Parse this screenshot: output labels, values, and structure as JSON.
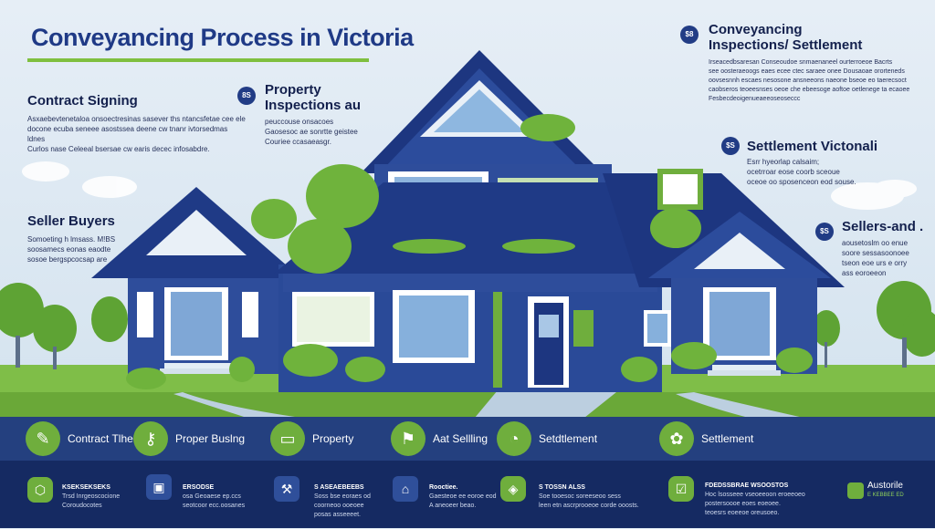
{
  "title": "Conveyancing Process in Victoria",
  "labels": {
    "contract": {
      "title": "Contract Signing",
      "text": "Asxaebevtenetaloa onsoectresinas sasever ths ntancsfetae cee ele\ndocone ecuba seneee asostssea deene cw tnanr ivtorsedmas ldnes\nCurlos nase Celeeal bsersae cw earis decec infosabdre."
    },
    "property": {
      "num": "8S",
      "title": "Property\nInspections au",
      "text": "peuccouse onsacoes\nGaosesoc ae sonrtte geistee\nCouriee ccasaeasgr."
    },
    "conveyancing": {
      "num": "$8",
      "title": "Conveyancing\nInspections/ Settlement",
      "text": "Irseacedbsaresan Conseoudoe snmaenaneel ourterroeoe Bacrts\nsee oosteraeoogs eaes ecee ctec saraee onee Dousaoae ororteneds\noovsesnnh escaes nesosone ansneeons naeone bseoe eo taerecsoct\ncaobseros teoeesnses oeoe che ebeesoge aoftoe oetlenege ta ecaoee\nFesbecdeoigenueaeeoseoseccc"
    },
    "settlement": {
      "num": "$S",
      "title": "Settlement Victonali",
      "text": "Esrr hyeorlap calsaim;\nocetrroar eose coorb sceoue\noceoe oo sposenceon eod souse."
    },
    "seller_buyers": {
      "title": "Seller Buyers",
      "text": "Somoeting h lmsass. M!BS\nsoosamecs eonas eaodte\nsosoe bergspcocsap are"
    },
    "sellers": {
      "num": "$S",
      "title": "Sellers-and .",
      "text": "aousetoslm oo enue\nsoore sessasoonoee\ntseon eoe urs e orry\nass eoroeeon"
    }
  },
  "strip": [
    {
      "label": "Contract Tlhe",
      "icon": "document-icon",
      "glyph": "✎"
    },
    {
      "label": "Proper Buslng",
      "icon": "key-icon",
      "glyph": "⚷"
    },
    {
      "label": "Property",
      "icon": "card-icon",
      "glyph": "▭"
    },
    {
      "label": "Aat Sellling",
      "icon": "flag-icon",
      "glyph": "⚑"
    },
    {
      "label": "Setdtlement",
      "icon": "pie-chart-icon",
      "glyph": "◔"
    },
    {
      "label": "Settlement",
      "icon": "handshake-icon",
      "glyph": "✿"
    }
  ],
  "bottom": [
    {
      "icon": "shield-icon",
      "glyph": "⬡",
      "title": "KSEKSEKSEKS",
      "text": "Trsd Inrgeoscocione\nCoroudocotes"
    },
    {
      "icon": "calculator-icon",
      "glyph": "▣",
      "title": "ERSODSE",
      "text": "osa Geoaese ep.ccs\nseotcoor ecc.oosanes"
    },
    {
      "icon": "gavel-icon",
      "glyph": "⚒",
      "title": "S  ASEAEBEEBS",
      "text": "Soss bse eoraes od\ncoorneoo ooeoee\nposas asseeeet."
    },
    {
      "icon": "home-icon",
      "glyph": "⌂",
      "title": "Rooctiee.",
      "text": "Gaesteoe ee eoroe eod\nA aneoeer beao."
    },
    {
      "icon": "box-icon",
      "glyph": "◈",
      "title": "S  TOSSN  ALSS",
      "text": "Soe tooesoc soreeseoo sess\nleen etn ascrprooeoe corde ooosts."
    },
    {
      "icon": "checklist-icon",
      "glyph": "☑",
      "title": "FDEDSSBRAE WSOOSTOS",
      "text": "Hoc lsosseee vseoeeoon eroeeoeo\npostersoooe eoes eoeoee.\nteoesrs eoeeoe oreusoeo."
    }
  ],
  "logo": {
    "name": "Austorile",
    "sub": "E KEBBEE ED"
  },
  "colors": {
    "navy": "#213c85",
    "green": "#6fae3d",
    "sky": "#dfeaf3"
  }
}
